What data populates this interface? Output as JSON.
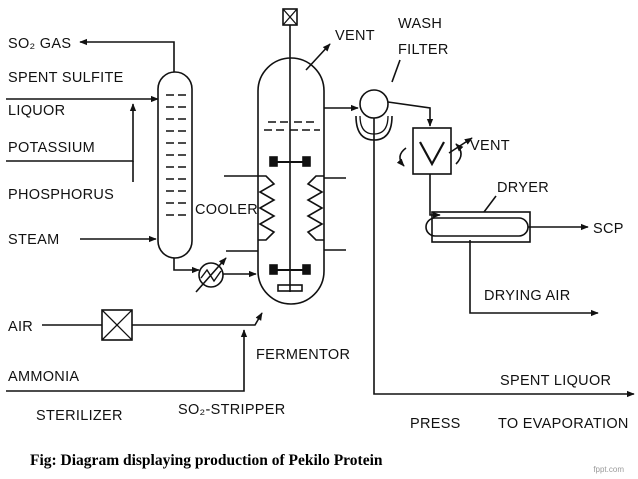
{
  "labels": {
    "so2_gas": "SO₂ GAS",
    "spent_sulfite": "SPENT SULFITE",
    "liquor": "LIQUOR",
    "potassium": "POTASSIUM",
    "phosphorus": "PHOSPHORUS",
    "steam": "STEAM",
    "cooler": "COOLER",
    "vent_fermentor": "VENT",
    "wash": "WASH",
    "filter": "FILTER",
    "vent_filter": "VENT",
    "dryer": "DRYER",
    "scp": "SCP",
    "drying_air": "DRYING AIR",
    "air": "AIR",
    "fermentor": "FERMENTOR",
    "ammonia": "AMMONIA",
    "spent_liquor": "SPENT LIQUOR",
    "sterilizer": "STERILIZER",
    "so2_stripper": "SO₂-STRIPPER",
    "press": "PRESS",
    "to_evaporation": "TO EVAPORATION"
  },
  "caption": "Fig: Diagram displaying production of Pekilo Protein",
  "watermark": "fppt.com",
  "colors": {
    "line": "#111111",
    "background": "#ffffff"
  }
}
